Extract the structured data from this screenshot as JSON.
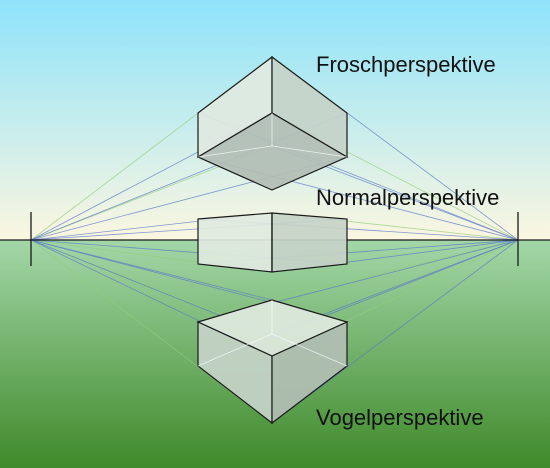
{
  "labels": {
    "worms_eye": "Froschperspektive",
    "eye_level": "Normalperspektive",
    "birds_eye": "Vogelperspektive"
  },
  "colors": {
    "sky_top": "#8ee3fb",
    "sky_horizon": "#fbf6e0",
    "ground_top": "#a3d7a8",
    "ground_bottom": "#3f8a2a",
    "guide_green": "#8fcf7a",
    "guide_blue": "#5a78c8",
    "box_light": "#dfe9e0",
    "box_mid": "#c6d2c8",
    "box_dark": "#b2beb4",
    "outline": "#1a1a1a"
  }
}
